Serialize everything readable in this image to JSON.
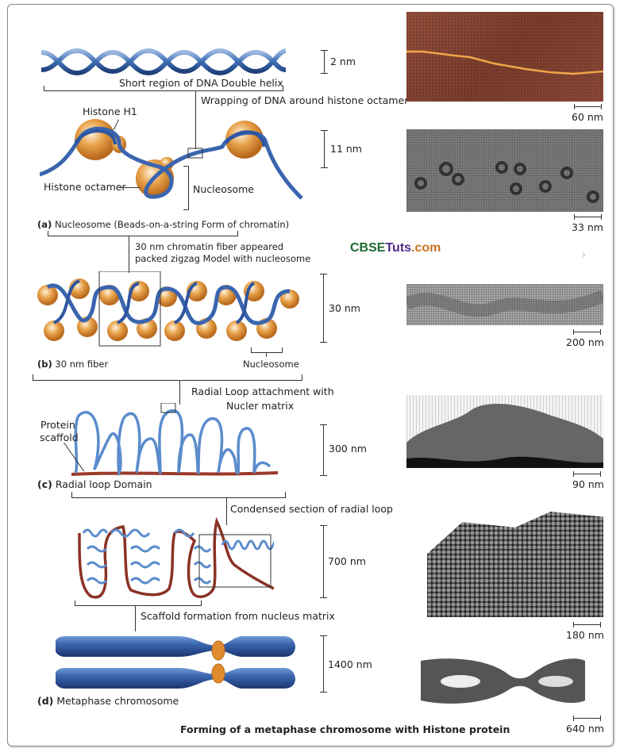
{
  "figure": {
    "caption": "Forming of a metaphase chromosome with Histone protein",
    "watermark": {
      "part1": "CBSE",
      "part2": "Tuts",
      "part3": ".com",
      "colors": [
        "#1e6b2e",
        "#4b2a8a",
        "#c8731e"
      ]
    }
  },
  "stages": {
    "dna": {
      "size": "2 nm",
      "label": "Short region of DNA Double helix",
      "connector": "Wrapping of DNA around histone octamer",
      "micrograph_scale": "60 nm"
    },
    "nucleosome": {
      "size": "11 nm",
      "histone_h1": "Histone H1",
      "histone_octamer": "Histone octamer",
      "nucleosome": "Nucleosome",
      "panel_letter": "(a)",
      "panel_title": "Nucleosome (Beads-on-a-string Form of chromatin)",
      "connector_line1": "30 nm chromatin fiber appeared",
      "connector_line2": "packed zigzag Model with nucleosome",
      "micrograph_scale": "33 nm"
    },
    "fiber30": {
      "size": "30 nm",
      "nucleosome": "Nucleosome",
      "panel_letter": "(b)",
      "panel_title": "30 nm fiber",
      "connector_line1": "Radial Loop attachment with",
      "connector_line2": "Nucler matrix",
      "micrograph_scale": "200 nm"
    },
    "radial": {
      "size": "300 nm",
      "protein_line1": "Protein",
      "protein_line2": "scaffold",
      "panel_letter": "(c)",
      "panel_title": "Radial loop Domain",
      "connector": "Condensed section of radial loop",
      "micrograph_scale": "90 nm"
    },
    "condensed": {
      "size": "700 nm",
      "connector": "Scaffold formation from nucleus matrix",
      "micrograph_scale": "180 nm"
    },
    "metaphase": {
      "size": "1400 nm",
      "panel_letter": "(d)",
      "panel_title": "Metaphase chromosome",
      "micrograph_scale": "640 nm"
    }
  },
  "colors": {
    "dna_blue": "#3f6fb5",
    "histone_orange": "#e8a24a",
    "scaffold_red": "#9b3a2a",
    "micro_dna_bg": "#8a4a36"
  }
}
